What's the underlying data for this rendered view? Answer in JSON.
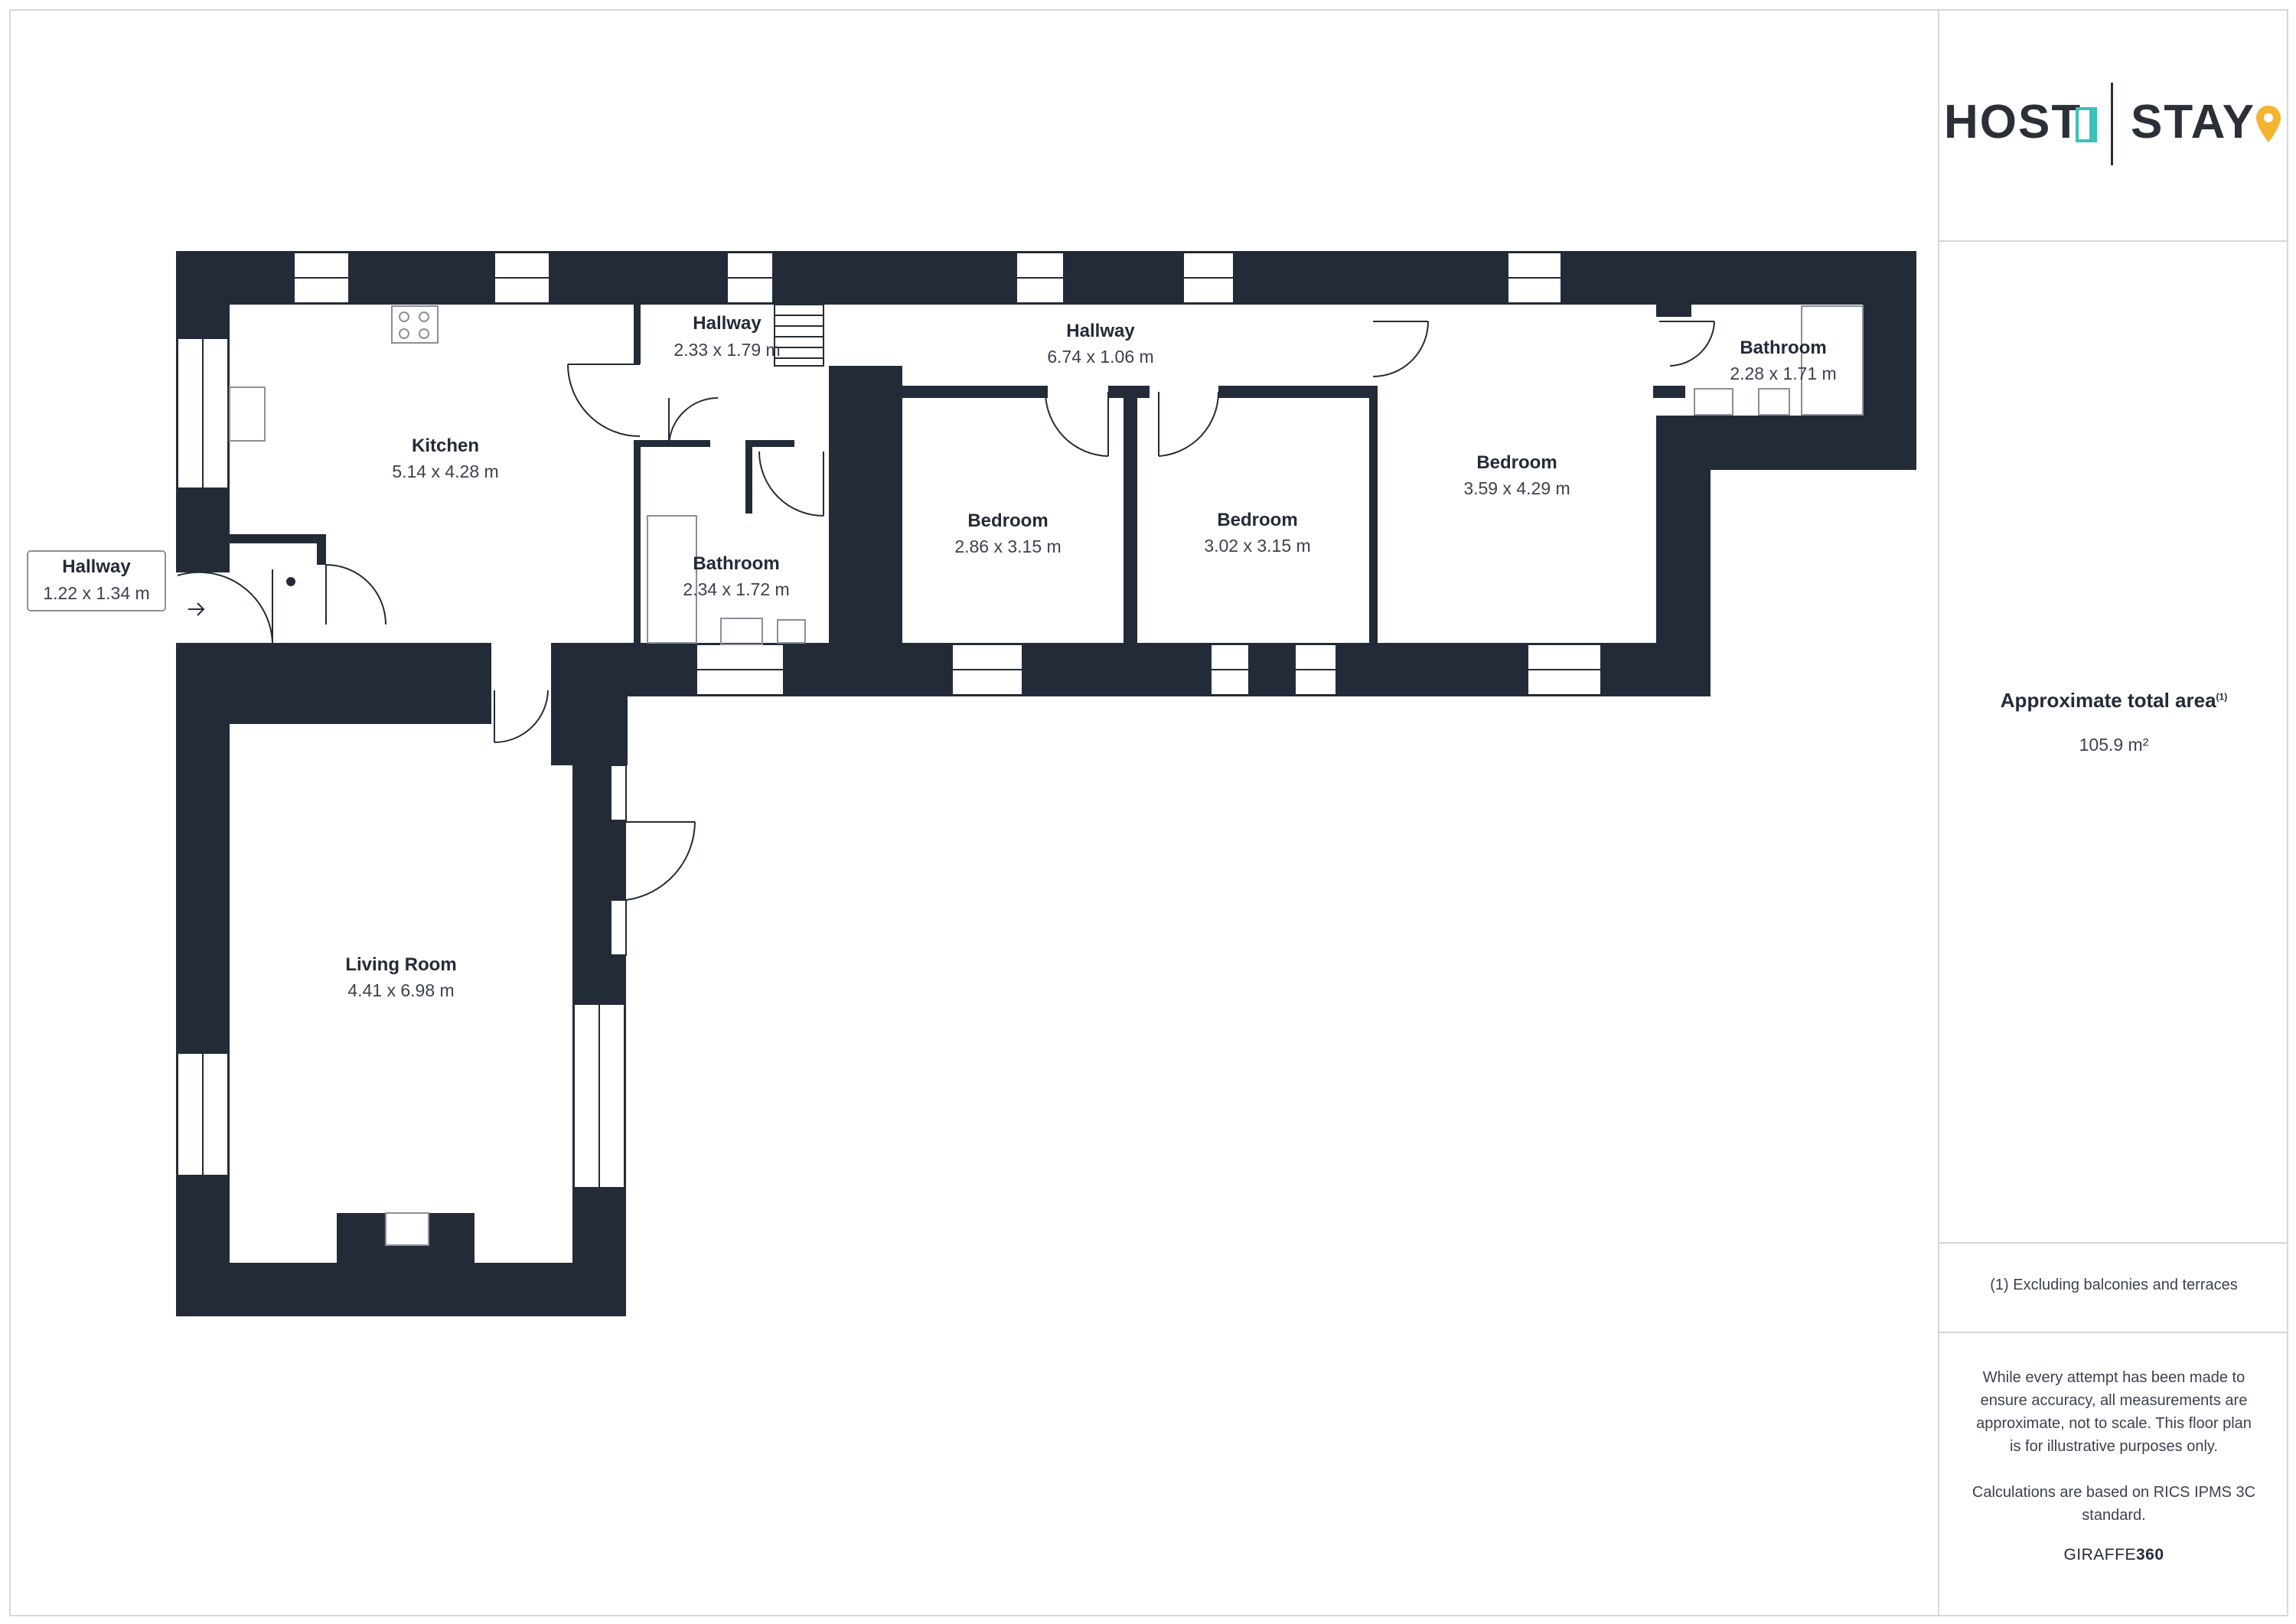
{
  "colors": {
    "wall": "#232b38",
    "accent_teal": "#3cc1b8",
    "accent_yellow": "#f2b431",
    "frame": "#d7d7d7"
  },
  "logo": {
    "left_text": "HOST",
    "right_text": "STAY",
    "door_icon": "door-icon",
    "pin_icon": "map-pin-icon"
  },
  "rooms": [
    {
      "name": "Hallway",
      "dimensions": "2.33 x 1.79 m"
    },
    {
      "name": "Hallway",
      "dimensions": "6.74 x 1.06 m"
    },
    {
      "name": "Bathroom",
      "dimensions": "2.28 x 1.71 m"
    },
    {
      "name": "Kitchen",
      "dimensions": "5.14 x 4.28 m"
    },
    {
      "name": "Bedroom",
      "dimensions": "3.59 x 4.29 m"
    },
    {
      "name": "Bedroom",
      "dimensions": "2.86 x 3.15 m"
    },
    {
      "name": "Bedroom",
      "dimensions": "3.02 x 3.15 m"
    },
    {
      "name": "Bathroom",
      "dimensions": "2.34 x 1.72 m"
    },
    {
      "name": "Hallway",
      "dimensions": "1.22 x 1.34 m"
    },
    {
      "name": "Living Room",
      "dimensions": "4.41 x 6.98 m"
    }
  ],
  "panel": {
    "area_title": "Approximate total area",
    "area_note_marker": "(1)",
    "area_value": "105.9 m²",
    "footnote": "(1) Excluding balconies and terraces",
    "disclaimer": "While every attempt has been made to ensure accuracy, all measurements are approximate, not to scale. This floor plan is for illustrative purposes only.",
    "calculation_note": "Calculations are based on RICS IPMS 3C standard.",
    "brand_regular": "GIRAFFE",
    "brand_bold": "360"
  }
}
